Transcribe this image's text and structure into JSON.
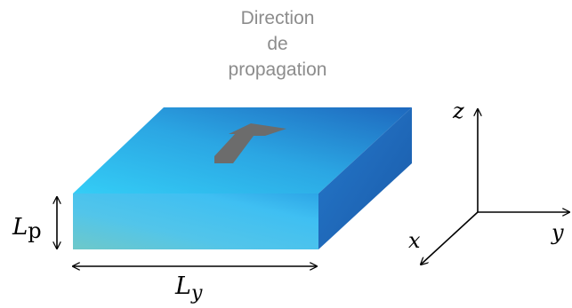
{
  "title": {
    "lines": [
      "Direction",
      "de",
      "propagation"
    ]
  },
  "dimensions": {
    "thickness": {
      "symbol": "L",
      "subscript": "p"
    },
    "width": {
      "symbol": "L",
      "subscript": "y"
    }
  },
  "axes": {
    "z": "z",
    "x": "x",
    "y": "y"
  },
  "colors": {
    "slab_top_light": "#2cc6f2",
    "slab_top_dark": "#1f6fc2",
    "slab_front_light": "#6dcde3",
    "slab_front_mid": "#3ec1ef",
    "slab_side": "#1d66b8",
    "propagation_arrow": "#6c6c6c",
    "title_text": "#8c8c8c"
  }
}
